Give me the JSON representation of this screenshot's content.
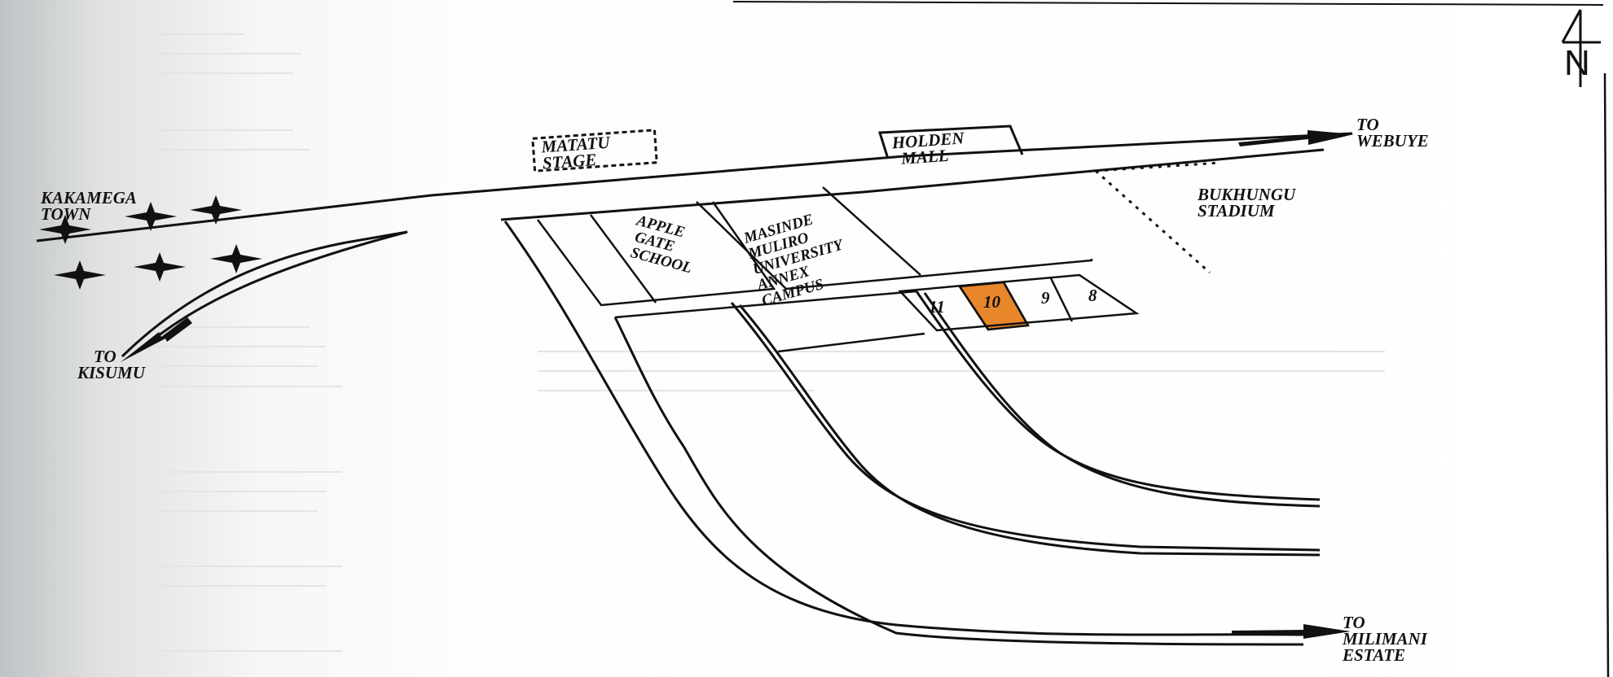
{
  "map": {
    "north_symbol": "N",
    "places": {
      "kakamega": [
        "KAKAMEGA",
        "TOWN"
      ],
      "kisumu": [
        "TO",
        "KISUMU"
      ],
      "matatu": [
        "MATATU",
        "STAGE"
      ],
      "holden": [
        "HOLDEN",
        "MALL"
      ],
      "webuye": [
        "TO",
        "WEBUYE"
      ],
      "stadium": [
        "BUKHUNGU",
        "STADIUM"
      ],
      "apple": [
        "APPLE",
        "GATE",
        "SCHOOL"
      ],
      "masinde": [
        "MASINDE",
        "MULIRO",
        "UNIVERSITY",
        "ANNEX",
        "CAMPUS"
      ],
      "milimani": [
        "TO",
        "MILIMANI",
        "ESTATE"
      ]
    },
    "plots": [
      {
        "id": "plot-11",
        "label": "11",
        "highlighted": false
      },
      {
        "id": "plot-10",
        "label": "10",
        "highlighted": true
      },
      {
        "id": "plot-9",
        "label": "9",
        "highlighted": false
      },
      {
        "id": "plot-8",
        "label": "8",
        "highlighted": false
      }
    ],
    "colors": {
      "highlight": "#e8862c",
      "ink": "#111111"
    },
    "markers": {
      "icon": "star-marker-icon",
      "count": 6
    }
  }
}
